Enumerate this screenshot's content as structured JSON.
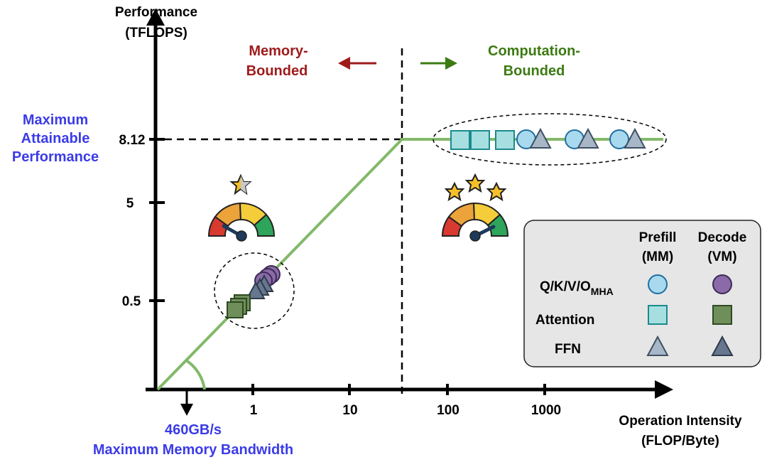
{
  "y_axis": {
    "title_line1": "Performance",
    "title_line2": "(TFLOPS)"
  },
  "x_axis": {
    "title_line1": "Operation Intensity",
    "title_line2": "(FLOP/Byte)"
  },
  "y_ticks": [
    {
      "label": "0.5",
      "value": 0.5
    },
    {
      "label": "5",
      "value": 5
    },
    {
      "label": "8.12",
      "value": 8.12
    }
  ],
  "x_ticks": [
    {
      "label": "1",
      "value": 1
    },
    {
      "label": "10",
      "value": 10
    },
    {
      "label": "100",
      "value": 100
    },
    {
      "label": "1000",
      "value": 1000
    }
  ],
  "peak_label": {
    "line1": "Maximum",
    "line2": "Attainable",
    "line3": "Performance"
  },
  "bandwidth_label": {
    "value": "460GB/s",
    "caption": "Maximum Memory Bandwidth"
  },
  "regions": {
    "memory_line1": "Memory-",
    "memory_line2": "Bounded",
    "compute_line1": "Computation-",
    "compute_line2": "Bounded"
  },
  "legend": {
    "col_prefill_line1": "Prefill",
    "col_prefill_line2": "(MM)",
    "col_decode_line1": "Decode",
    "col_decode_line2": "(VM)",
    "row_qkvo": "Q/K/V/O",
    "row_qkvo_sub": "MHA",
    "row_attention": "Attention",
    "row_ffn": "FFN"
  },
  "colors": {
    "roofline": "#82b96a",
    "memory_text": "#9e1b1b",
    "compute_text": "#3c7a12",
    "blue_label": "#3b3be8",
    "prefill_circle": "#a9d9ee",
    "prefill_square": "#a7dfe0",
    "decode_circle": "#8a6aa8",
    "decode_square": "#6f8f5a",
    "triangle_light": "#a8b7c7",
    "triangle_dark": "#66778f",
    "legend_bg": "#e6e6e6"
  },
  "icons": [
    "star-half-icon",
    "three-stars-icon",
    "speedometer-low-icon",
    "speedometer-high-icon"
  ],
  "chart_data": {
    "type": "line",
    "x_scale": "log",
    "series": [],
    "roofline_ridge_y": 8.12
  }
}
